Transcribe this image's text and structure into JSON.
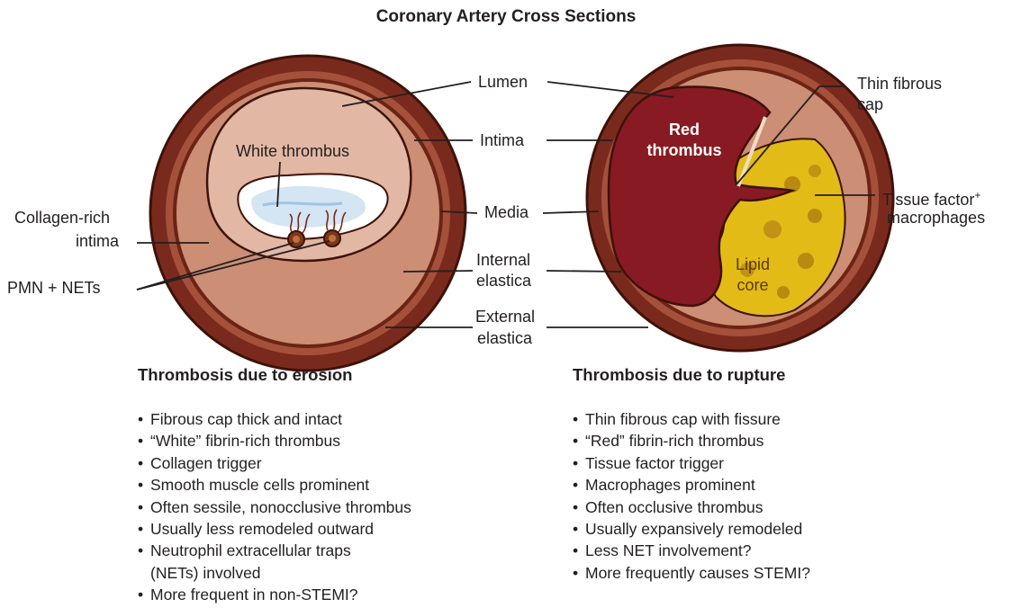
{
  "title": "Coronary Artery Cross Sections",
  "labels": {
    "lumen": "Lumen",
    "intima": "Intima",
    "media": "Media",
    "internal_elastica_1": "Internal",
    "internal_elastica_2": "elastica",
    "external_elastica_1": "External",
    "external_elastica_2": "elastica",
    "collagen_rich_1": "Collagen-rich",
    "collagen_rich_2": "intima",
    "pmn_nets": "PMN + NETs",
    "white_thrombus": "White thrombus",
    "thin_cap_1": "Thin fibrous",
    "thin_cap_2": "cap",
    "tissue_factor_1": "Tissue factor",
    "tissue_factor_sup": "+",
    "tissue_factor_2": "macrophages",
    "red_thrombus_1": "Red",
    "red_thrombus_2": "thrombus",
    "lipid_1": "Lipid",
    "lipid_2": "core"
  },
  "erosion": {
    "heading": "Thrombosis due to erosion",
    "bullet": "•",
    "items": [
      "Fibrous cap thick and intact",
      "“White” fibrin-rich thrombus",
      "Collagen trigger",
      "Smooth muscle cells prominent",
      "Often sessile, nonocclusive thrombus",
      "Usually less remodeled outward",
      "Neutrophil extracellular traps",
      "More frequent in non-STEMI?"
    ],
    "item_continuation": "(NETs) involved"
  },
  "rupture": {
    "heading": "Thrombosis due to rupture",
    "bullet": "•",
    "items": [
      "Thin fibrous cap with fissure",
      "“Red” fibrin-rich thrombus",
      "Tissue factor trigger",
      "Macrophages prominent",
      "Often occlusive thrombus",
      "Usually expansively remodeled",
      "Less NET involvement?",
      "More frequently causes STEMI?"
    ]
  }
}
